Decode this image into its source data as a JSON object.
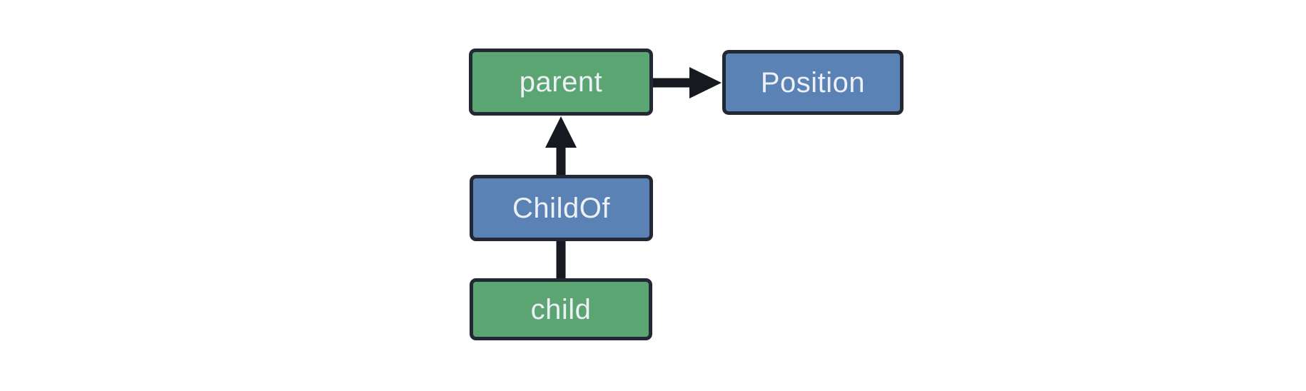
{
  "diagram": {
    "background_color": "#ffffff",
    "colors": {
      "entity_fill_green": "#5ba572",
      "component_fill_blue": "#5a82b4",
      "node_border": "#222834",
      "edge_arrow": "#16191f",
      "label_text": "#edf0f7"
    },
    "nodes": [
      {
        "id": "parent",
        "label": "parent",
        "color": "#5ba572"
      },
      {
        "id": "Position",
        "label": "Position",
        "color": "#5a82b4"
      },
      {
        "id": "ChildOf",
        "label": "ChildOf",
        "color": "#5a82b4"
      },
      {
        "id": "child",
        "label": "child",
        "color": "#5ba572"
      }
    ],
    "edges": [
      {
        "from": "parent",
        "to": "Position",
        "type": "arrow",
        "direction": "right"
      },
      {
        "from": "ChildOf",
        "to": "parent",
        "type": "arrow",
        "direction": "up"
      },
      {
        "from": "child",
        "to": "ChildOf",
        "type": "line",
        "direction": "up"
      }
    ]
  }
}
